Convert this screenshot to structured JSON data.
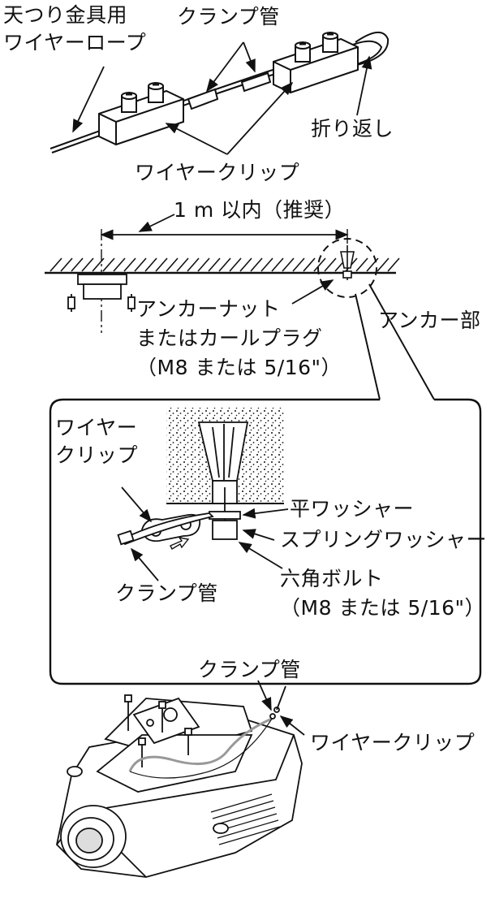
{
  "labels": {
    "ceiling_fixture_line1": "天つり金具用",
    "ceiling_fixture_line2": "ワイヤーロープ",
    "clamp_tube_top": "クランプ管",
    "fold_back": "折り返し",
    "wire_clip_top": "ワイヤークリップ",
    "distance": "1 m 以内（推奨）",
    "anchor_nut_line1": "アンカーナット",
    "anchor_nut_line2": "またはカールプラグ",
    "anchor_nut_line3": "（M8 または 5/16\"）",
    "anchor_part": "アンカー部",
    "detail_wire_clip_line1": "ワイヤー",
    "detail_wire_clip_line2": "クリップ",
    "flat_washer": "平ワッシャー",
    "spring_washer": "スプリングワッシャー",
    "detail_clamp_tube": "クランプ管",
    "hex_bolt_line1": "六角ボルト",
    "hex_bolt_line2": "（M8 または 5/16\"）",
    "bottom_clamp_tube": "クランプ管",
    "bottom_wire_clip": "ワイヤークリップ"
  }
}
